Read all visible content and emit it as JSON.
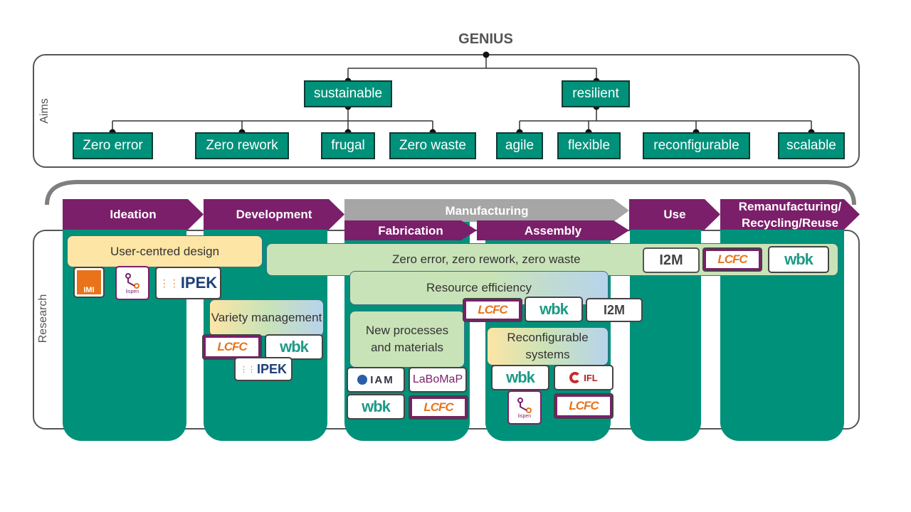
{
  "title": "GENIUS",
  "aims": {
    "label": "Aims",
    "level1": [
      "sustainable",
      "resilient"
    ],
    "sustainable_children": [
      "Zero error",
      "Zero rework",
      "frugal",
      "Zero waste"
    ],
    "resilient_children": [
      "agile",
      "flexible",
      "reconfigurable",
      "scalable"
    ]
  },
  "research": {
    "label": "Research",
    "phases": [
      "Ideation",
      "Development",
      "Manufacturing",
      "Use",
      "Remanufacturing/\nRecycling/Reuse"
    ],
    "sub_phases": [
      "Fabrication",
      "Assembly"
    ],
    "topics": {
      "user_centred": "User-centred design",
      "zero": "Zero error, zero rework, zero waste",
      "resource": "Resource efficiency",
      "variety": "Variety management",
      "new_processes": "New processes and materials",
      "reconfigurable": "Reconfigurable systems"
    },
    "logos": {
      "imi": "IMI",
      "lispen": "lispen",
      "ipek": "IPEK",
      "lcfc": "LCFC",
      "wbk": "wbk",
      "i2m": "I2M",
      "iam": "IAM",
      "labomap": "LaBoMaP",
      "ifl": "IFL"
    }
  },
  "colors": {
    "teal": "#00917a",
    "purple": "#7b1f6a",
    "gray": "#a6a6a6"
  }
}
